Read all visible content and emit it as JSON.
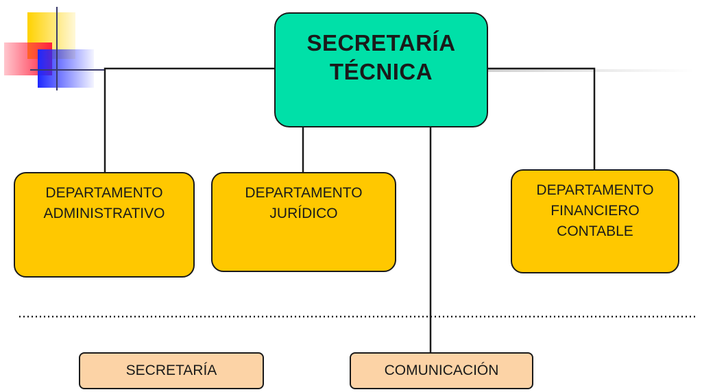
{
  "colors": {
    "top_fill": "#00e0a8",
    "dept_fill": "#ffc800",
    "unit_fill": "#fcd3a6",
    "line": "#1a1a1a",
    "deco_yellow": "#ffd200",
    "deco_red": "#ff1e3c",
    "deco_blue": "#1e28ff"
  },
  "top": {
    "line1": "SECRETARÍA",
    "line2": "TÉCNICA"
  },
  "departments": [
    {
      "line1": "DEPARTAMENTO",
      "line2": "ADMINISTRATIVO"
    },
    {
      "line1": "DEPARTAMENTO",
      "line2": "JURÍDICO"
    },
    {
      "line1": "DEPARTAMENTO",
      "line2": "FINANCIERO",
      "line3": "CONTABLE"
    }
  ],
  "units": [
    {
      "label": "SECRETARÍA"
    },
    {
      "label": "COMUNICACIÓN"
    }
  ]
}
